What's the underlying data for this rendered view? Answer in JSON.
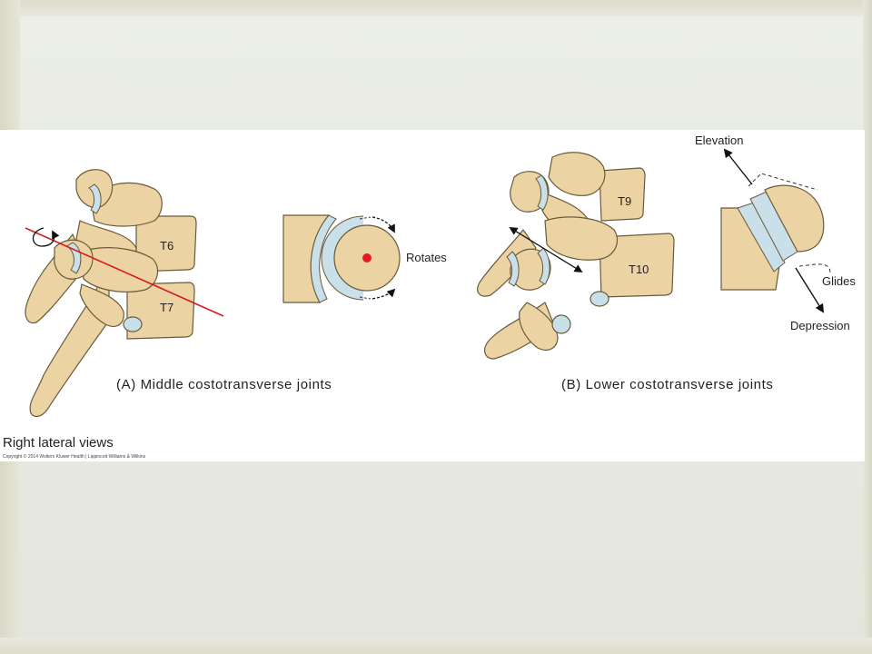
{
  "figure": {
    "panel_a": {
      "caption": "(A) Middle costotransverse joints",
      "vertebra_labels": [
        "T6",
        "T7"
      ],
      "motion_label": "Rotates"
    },
    "panel_b": {
      "caption": "(B) Lower costotransverse joints",
      "vertebra_labels": [
        "T9",
        "T10"
      ],
      "motion_labels": {
        "up": "Elevation",
        "slide": "Glides",
        "down": "Depression"
      }
    },
    "views_label": "Right lateral views",
    "copyright": "Copyright © 2014 Wolters Kluwer Health | Lippincott Williams & Wilkins"
  },
  "colors": {
    "bone": "#ecd3a3",
    "bone_outline": "#6a5a3a",
    "cartilage": "#c9dfe9",
    "axis_line": "#d71920",
    "rotation_center": "#e31b23"
  }
}
